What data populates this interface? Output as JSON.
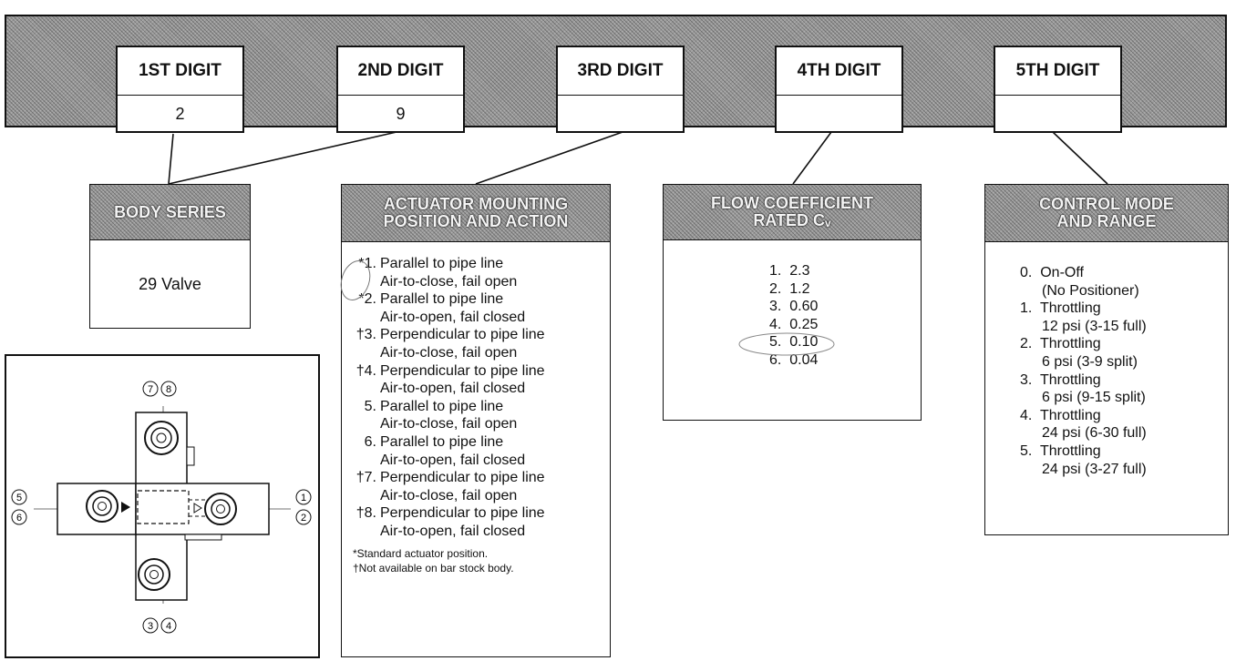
{
  "digits": [
    {
      "label": "1ST DIGIT",
      "value": "2"
    },
    {
      "label": "2ND DIGIT",
      "value": "9"
    },
    {
      "label": "3RD DIGIT",
      "value": ""
    },
    {
      "label": "4TH DIGIT",
      "value": ""
    },
    {
      "label": "5TH DIGIT",
      "value": ""
    }
  ],
  "body_series": {
    "title": "BODY SERIES",
    "value": "29 Valve"
  },
  "actuator": {
    "title_line1": "ACTUATOR MOUNTING",
    "title_line2": "POSITION AND ACTION",
    "items": [
      {
        "num": "*1.",
        "line1": "Parallel to pipe line",
        "line2": "Air-to-close, fail open"
      },
      {
        "num": "*2.",
        "line1": "Parallel to pipe line",
        "line2": "Air-to-open, fail closed"
      },
      {
        "num": "†3.",
        "line1": "Perpendicular to pipe line",
        "line2": "Air-to-close, fail open"
      },
      {
        "num": "†4.",
        "line1": "Perpendicular to pipe line",
        "line2": "Air-to-open, fail closed"
      },
      {
        "num": "5.",
        "line1": "Parallel to pipe line",
        "line2": "Air-to-close, fail open"
      },
      {
        "num": "6.",
        "line1": "Parallel to pipe line",
        "line2": "Air-to-open, fail closed"
      },
      {
        "num": "†7.",
        "line1": "Perpendicular to pipe line",
        "line2": "Air-to-close, fail open"
      },
      {
        "num": "†8.",
        "line1": "Perpendicular to pipe line",
        "line2": "Air-to-open, fail closed"
      }
    ],
    "footnote1": "*Standard actuator position.",
    "footnote2": "†Not available on bar stock body."
  },
  "flow": {
    "title_line1": "FLOW COEFFICIENT",
    "title_line2": "RATED Cᵥ",
    "items": [
      "1.  2.3",
      "2.  1.2",
      "3.  0.60",
      "4.  0.25",
      "5.  0.10",
      "6.  0.04"
    ]
  },
  "control": {
    "title_line1": "CONTROL MODE",
    "title_line2": "AND RANGE",
    "items": [
      {
        "line1": "0.  On-Off",
        "line2": "(No Positioner)"
      },
      {
        "line1": "1.  Throttling",
        "line2": "12 psi (3-15 full)"
      },
      {
        "line1": "2.  Throttling",
        "line2": "6 psi (3-9 split)"
      },
      {
        "line1": "3.  Throttling",
        "line2": "6 psi (9-15 split)"
      },
      {
        "line1": "4.  Throttling",
        "line2": "24 psi (6-30 full)"
      },
      {
        "line1": "5.  Throttling",
        "line2": "24 psi (3-27 full)"
      }
    ]
  },
  "mounting_diagram": {
    "top_labels": [
      "7",
      "8"
    ],
    "bottom_labels": [
      "3",
      "4"
    ],
    "left_labels": [
      "5",
      "6"
    ],
    "right_labels": [
      "1",
      "2"
    ]
  },
  "colors": {
    "band": "#9a9a9a",
    "header": "#9a9a9a",
    "line": "#111111"
  }
}
